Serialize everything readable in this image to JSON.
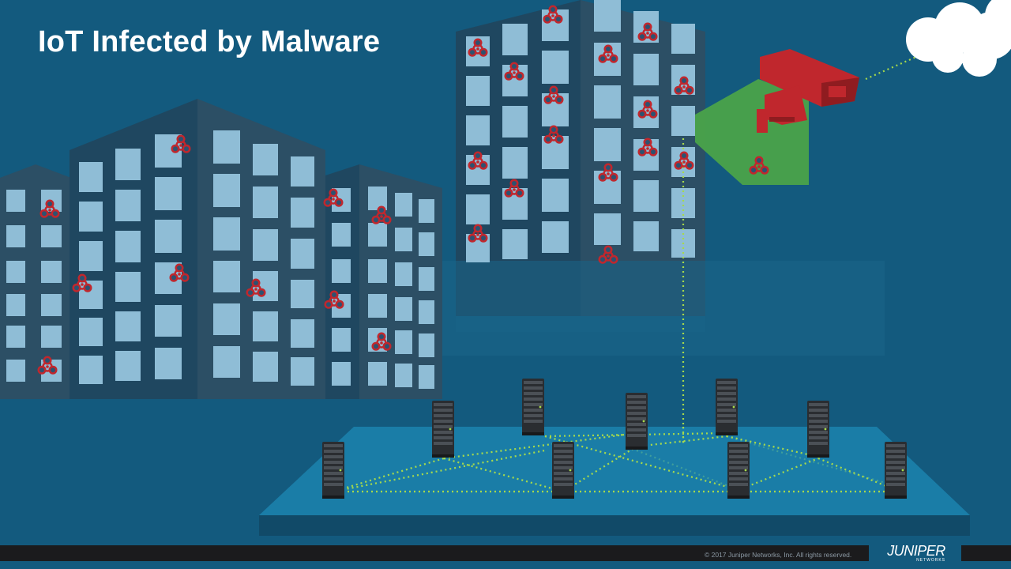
{
  "slide": {
    "title": "IoT Infected by Malware"
  },
  "footer": {
    "copyright": "© 2017 Juniper Networks, Inc. All rights reserved.",
    "brand_name": "JUNIPER",
    "brand_subtitle": "NETWORKS"
  },
  "colors": {
    "background": "#135a7e",
    "building_dark": "#1f4760",
    "building_side": "#2c4f65",
    "window": "#8fbdd6",
    "malware_icon": "#c0272d",
    "camera": "#c0272d",
    "camera_view_cone": "#4aa34a",
    "network_link": "#a6d94b",
    "platform": "#1d8ab5",
    "footer_bar": "#1b1b1d"
  },
  "icons": {
    "malware": "biohazard-icon",
    "camera": "security-camera-icon",
    "cloud": "cloud-icon",
    "server": "server-rack-icon"
  }
}
